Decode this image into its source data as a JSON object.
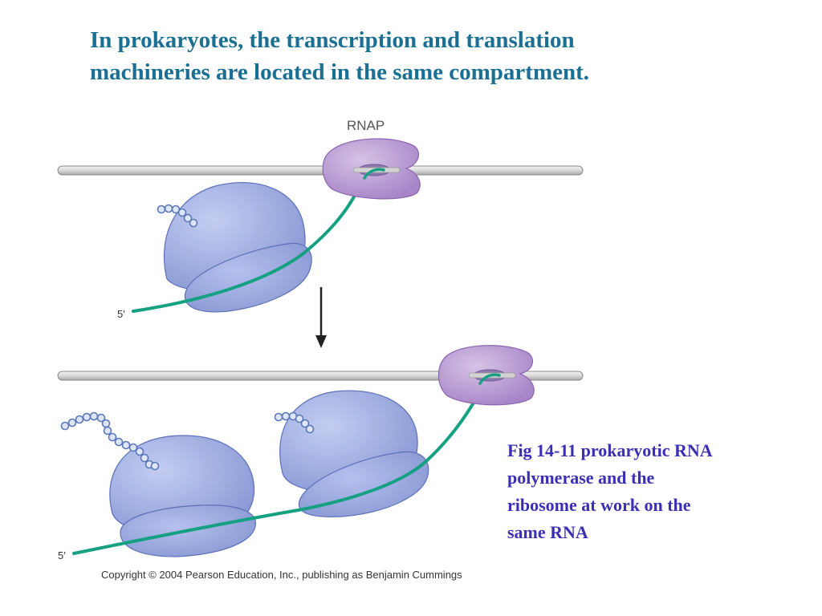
{
  "slide": {
    "title_line1": "In prokaryotes, the transcription and translation",
    "title_line2": "machineries are located in the same compartment.",
    "caption_line1": "Fig 14-11 prokaryotic RNA",
    "caption_line2": "polymerase and the",
    "caption_line3": "ribosome at work on the",
    "caption_line4": "same RNA"
  },
  "diagram": {
    "rnap_label": "RNAP",
    "five_prime_top": "5′",
    "five_prime_bottom": "5′",
    "copyright": "Copyright © 2004 Pearson Education, Inc., publishing as Benjamin Cummings"
  },
  "colors": {
    "title": "#1a6f92",
    "caption": "#3a2fb5",
    "mrna": "#16a082",
    "ribosome": "#9aa6dc",
    "rnap": "#b497ce"
  }
}
